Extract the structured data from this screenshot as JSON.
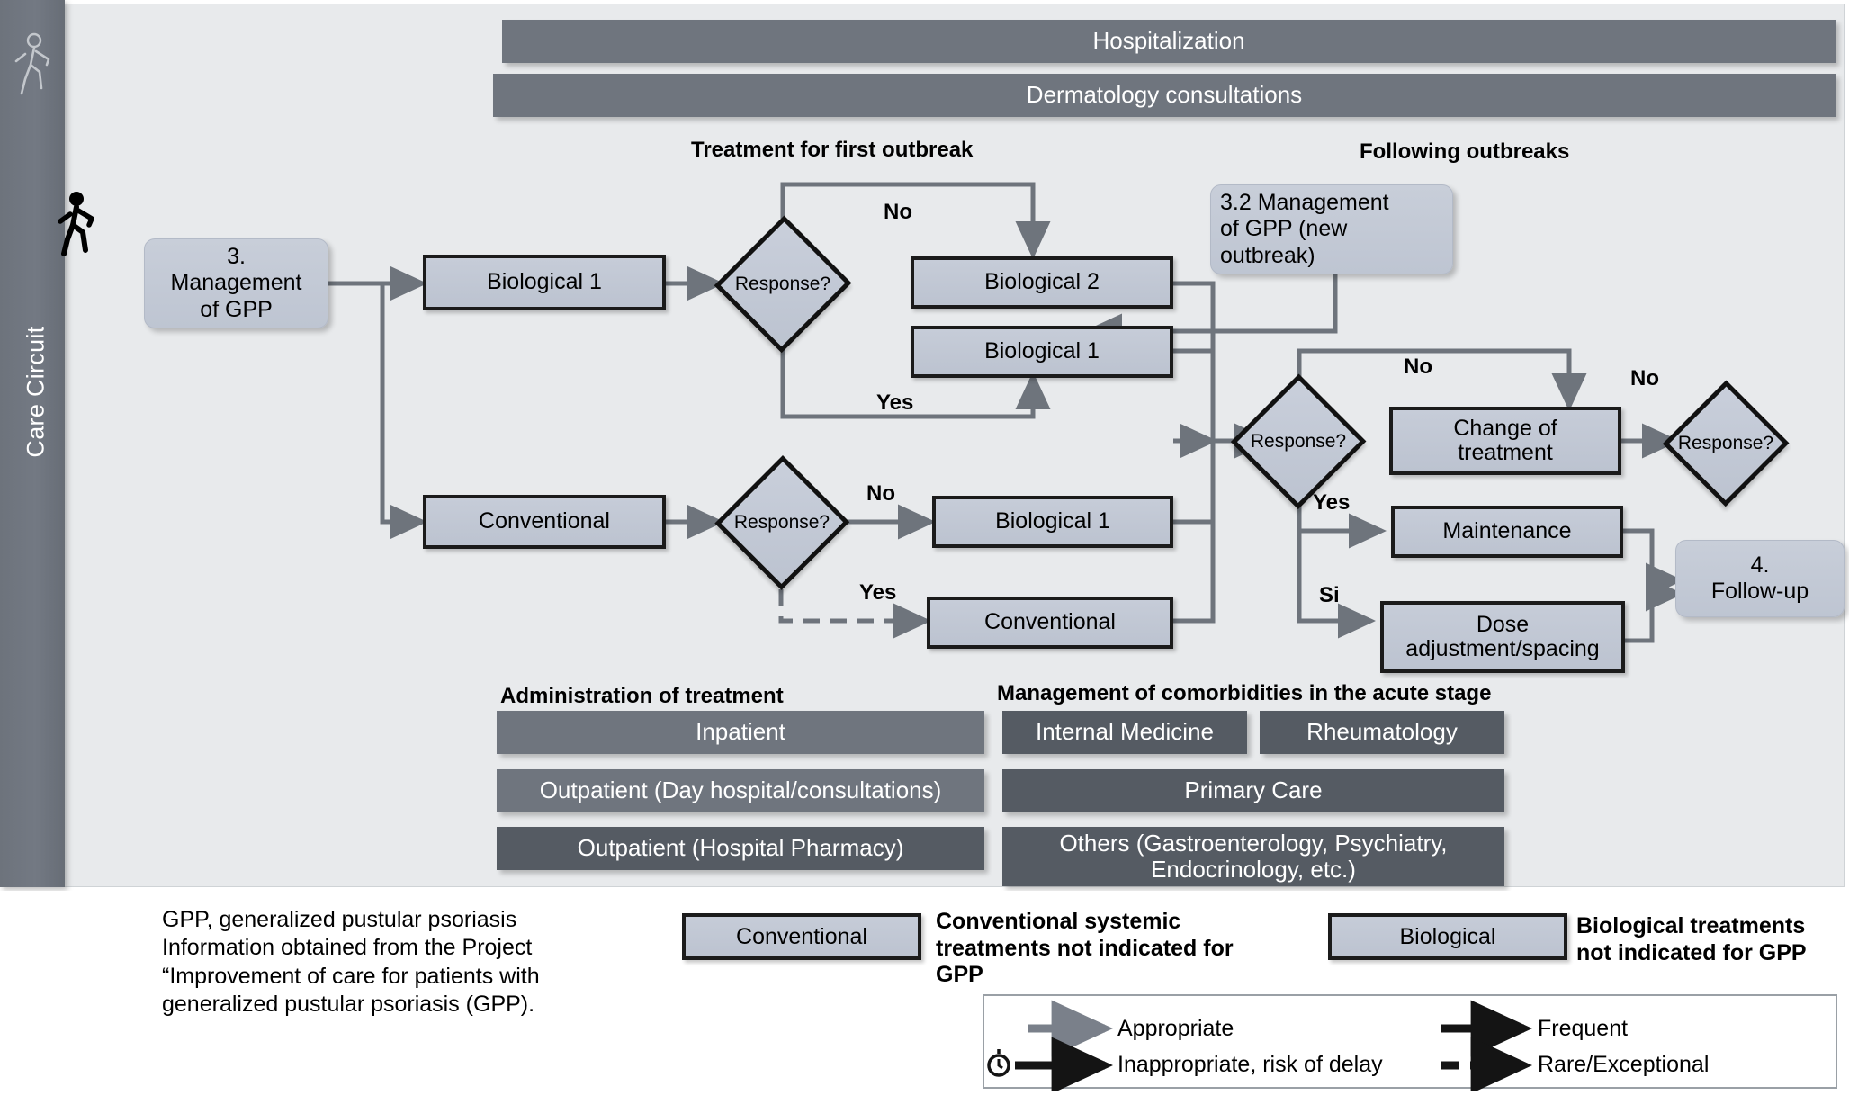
{
  "sidebar": {
    "label": "Care Circuit",
    "icon_top": "walking-person-icon",
    "icon_main": "walking-person-icon"
  },
  "bands": {
    "hospitalization": "Hospitalization",
    "dermatology": "Dermatology consultations"
  },
  "headings": {
    "first_outbreak": "Treatment for first outbreak",
    "following_outbreaks": "Following outbreaks",
    "administration": "Administration of treatment",
    "comorbidities": "Management of comorbidities in the acute stage"
  },
  "nodes": {
    "start": "3.\nManagement\nof GPP",
    "biological1_top": "Biological 1",
    "response1": "Response?",
    "biological2": "Biological 2",
    "biological1_mid": "Biological 1",
    "conventional_top": "Conventional",
    "response2": "Response?",
    "biological1_low": "Biological 1",
    "conventional_low": "Conventional",
    "new_outbreak": "3.2 Management\nof GPP (new\noutbreak)",
    "response3": "Response?",
    "change_treatment": "Change of\ntreatment",
    "response4": "Response?",
    "maintenance": "Maintenance",
    "dose_adjustment": "Dose\nadjustment/spacing",
    "followup": "4.\nFollow-up"
  },
  "edge_labels": {
    "no1": "No",
    "yes1": "Yes",
    "no2": "No",
    "yes2": "Yes",
    "no3": "No",
    "yes3": "Yes",
    "si": "Si",
    "no4": "No"
  },
  "administration_bars": [
    {
      "label": "Inpatient",
      "tone": "light"
    },
    {
      "label": "Outpatient (Day hospital/consultations)",
      "tone": "light"
    },
    {
      "label": "Outpatient (Hospital Pharmacy)",
      "tone": "dark"
    }
  ],
  "comorbidity_bars": [
    {
      "label": "Internal Medicine",
      "tone": "dark"
    },
    {
      "label": "Rheumatology",
      "tone": "dark"
    },
    {
      "label": "Primary Care",
      "tone": "dark"
    },
    {
      "label": "Others (Gastroenterology, Psychiatry,\nEndocrinology, etc.)",
      "tone": "dark"
    }
  ],
  "footnote": "GPP, generalized pustular psoriasis\nInformation obtained from the Project\n“Improvement of care for patients with\ngeneralized pustular psoriasis (GPP).",
  "key": {
    "conventional_box": "Conventional",
    "conventional_desc": "Conventional systemic\ntreatments not indicated for\nGPP",
    "biological_box": "Biological",
    "biological_desc": "Biological treatments\nnot indicated for GPP"
  },
  "legend": [
    {
      "name": "appropriate",
      "label": "Appropriate",
      "style": "grey-solid"
    },
    {
      "name": "frequent",
      "label": "Frequent",
      "style": "black-solid"
    },
    {
      "name": "inappropriate",
      "label": "Inappropriate, risk of delay",
      "style": "black-solid-clock"
    },
    {
      "name": "rare",
      "label": "Rare/Exceptional",
      "style": "black-dashed"
    }
  ],
  "colors": {
    "panel_bg": "#e8eaec",
    "sidebar": "#6f757e",
    "band": "#6f757e",
    "band_dark": "#555b63",
    "box_fill": "#c2c9d5",
    "box_border": "#1b1b1b",
    "wire_grey": "#6e747c",
    "wire_black": "#141414"
  }
}
